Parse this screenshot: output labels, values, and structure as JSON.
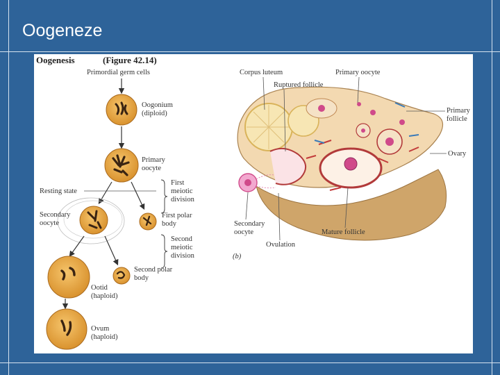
{
  "slide": {
    "title": "Oogeneze"
  },
  "figure": {
    "left_panel": {
      "heading": "Oogenesis",
      "figure_ref": "(Figure 42.14)",
      "primordial": "Primordial germ cells",
      "oogonium": "Oogonium",
      "oogonium_ploidy": "(diploid)",
      "primary": "Primary",
      "oocyte": "oocyte",
      "resting": "Resting state",
      "first": "First",
      "meiotic": "meiotic",
      "division": "division",
      "secondary": "Secondary",
      "first_polar": "First polar",
      "body": "body",
      "second": "Second",
      "second_polar": "Second polar",
      "ootid": "Ootid",
      "haploid": "(haploid)",
      "ovum": "Ovum"
    },
    "right_panel": {
      "corpus": "Corpus luteum",
      "primary_oocyte": "Primary oocyte",
      "ruptured": "Ruptured follicle",
      "primary": "Primary",
      "follicle": "follicle",
      "ovary": "Ovary",
      "secondary": "Secondary",
      "oocyte": "oocyte",
      "mature": "Mature follicle",
      "ovulation": "Ovulation",
      "panel_b": "(b)"
    }
  },
  "colors": {
    "background": "#2e6399",
    "cell_fill": "#e8a94a",
    "chromosome": "#3a2412",
    "ovary_tissue": "#f3d9b1",
    "ovary_shadow": "#cfa56a",
    "follicle_red": "#b23a3a",
    "oocyte_pink": "#d04a8a"
  }
}
